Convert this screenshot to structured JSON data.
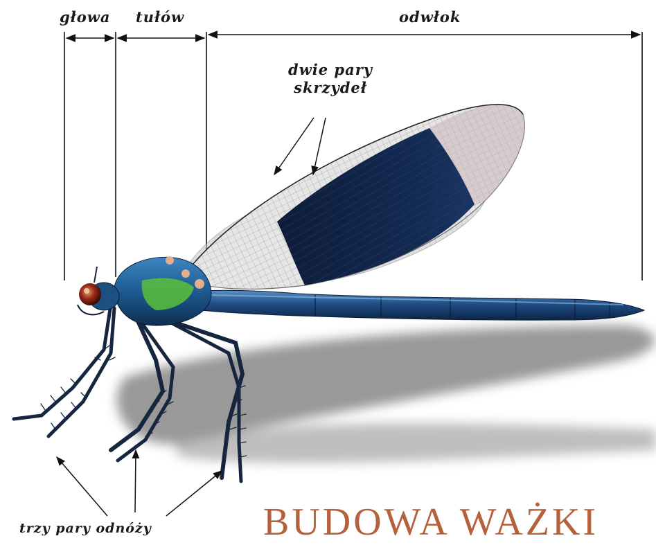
{
  "title": "BUDOWA WAŻKI",
  "segments": {
    "head": "głowa",
    "thorax": "tułów",
    "abdomen": "odwłok"
  },
  "annotations": {
    "wings_line1": "dwie pary",
    "wings_line2": "skrzydeł",
    "legs": "trzy pary odnóży"
  },
  "colors": {
    "title": "#b5613b",
    "body_blue": "#1f4f86",
    "wing_dark": "#0e1f3e",
    "thorax_green": "#5bbf3a",
    "eye_red": "#9a2a1a",
    "lines": "#111111"
  },
  "icons": {
    "illustration": "dragonfly-illustration"
  }
}
